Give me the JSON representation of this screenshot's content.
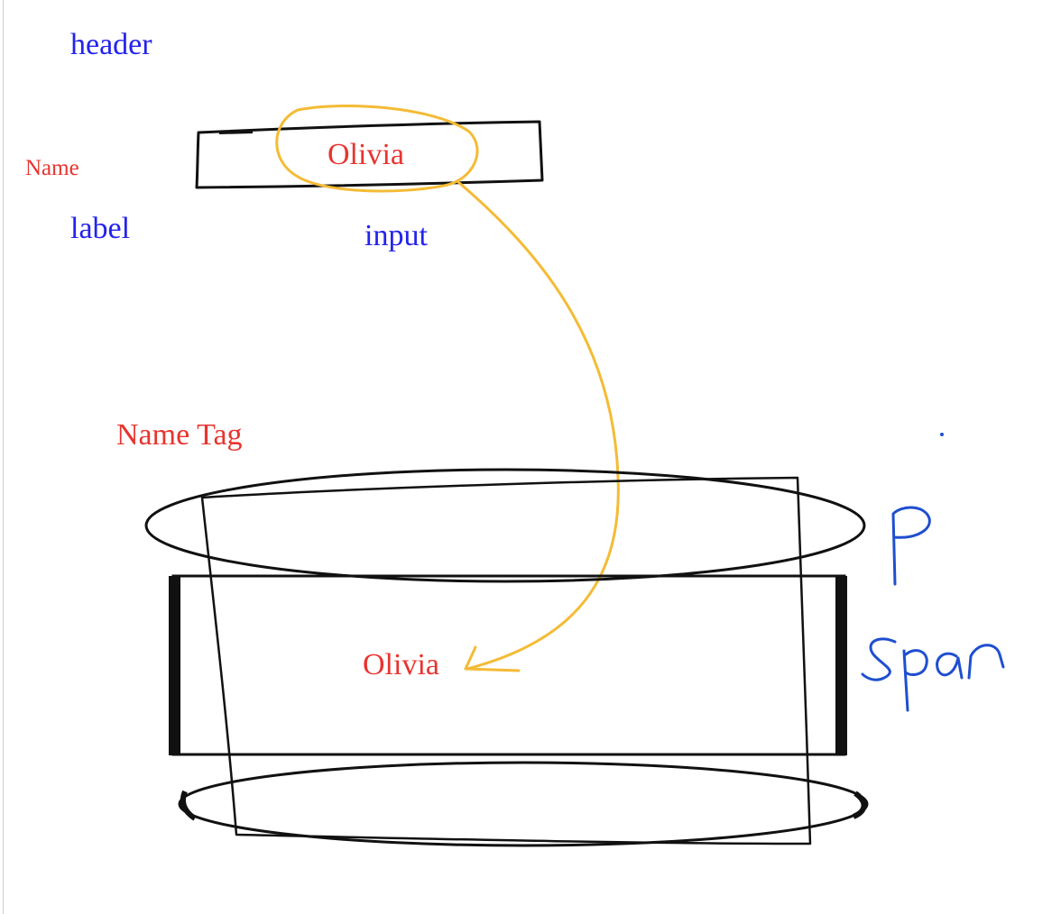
{
  "labels": {
    "header": "header",
    "name": "Name",
    "label": "label",
    "input_value": "Olivia",
    "input": "input",
    "name_tag": "Name Tag",
    "p": "p",
    "span": "span",
    "output_value": "Olivia"
  },
  "colors": {
    "annotation_blue": "#2323ee",
    "value_red": "#e8342f",
    "arrow_yellow": "#f4bb35",
    "stroke_black": "#111111",
    "handwriting_blue": "#1f4fd0"
  }
}
